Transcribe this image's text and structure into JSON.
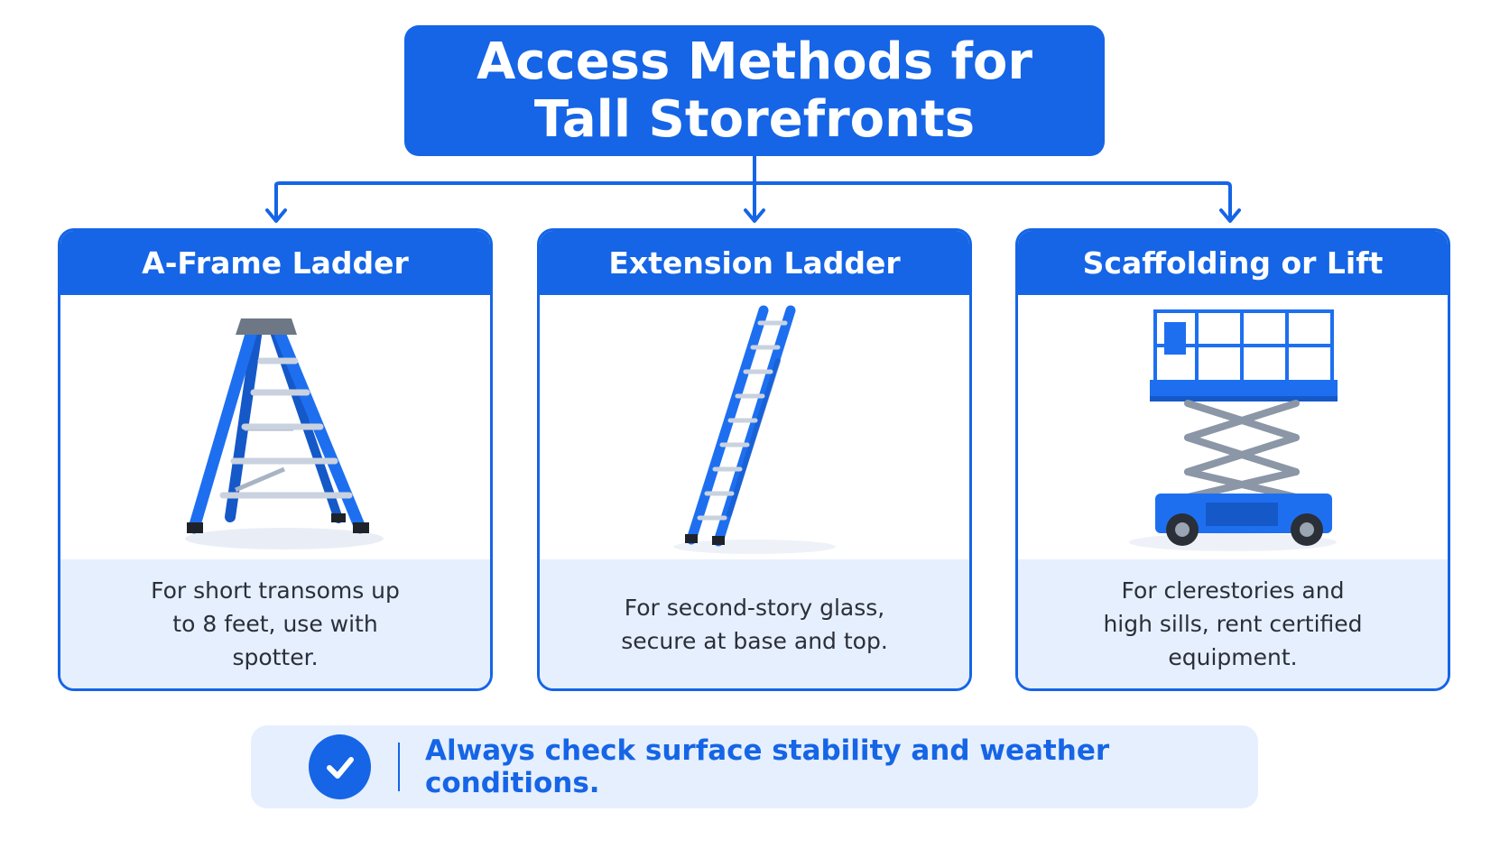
{
  "title": "Access Methods for Tall Storefronts",
  "cards": [
    {
      "heading": "A-Frame Ladder",
      "illustration": "a-frame-ladder",
      "description": "For short transoms up to 8 feet, use with spotter."
    },
    {
      "heading": "Extension Ladder",
      "illustration": "extension-ladder",
      "description": "For second-story glass, secure at base and top."
    },
    {
      "heading": "Scaffolding or Lift",
      "illustration": "scissor-lift",
      "description": "For clerestories and high sills, rent certified equipment."
    }
  ],
  "footer": {
    "icon": "check-circle-icon",
    "text": "Always check surface stability and weather conditions."
  },
  "colors": {
    "primary": "#1565e6",
    "panel": "#e6effd",
    "text": "#2a2f3a"
  }
}
